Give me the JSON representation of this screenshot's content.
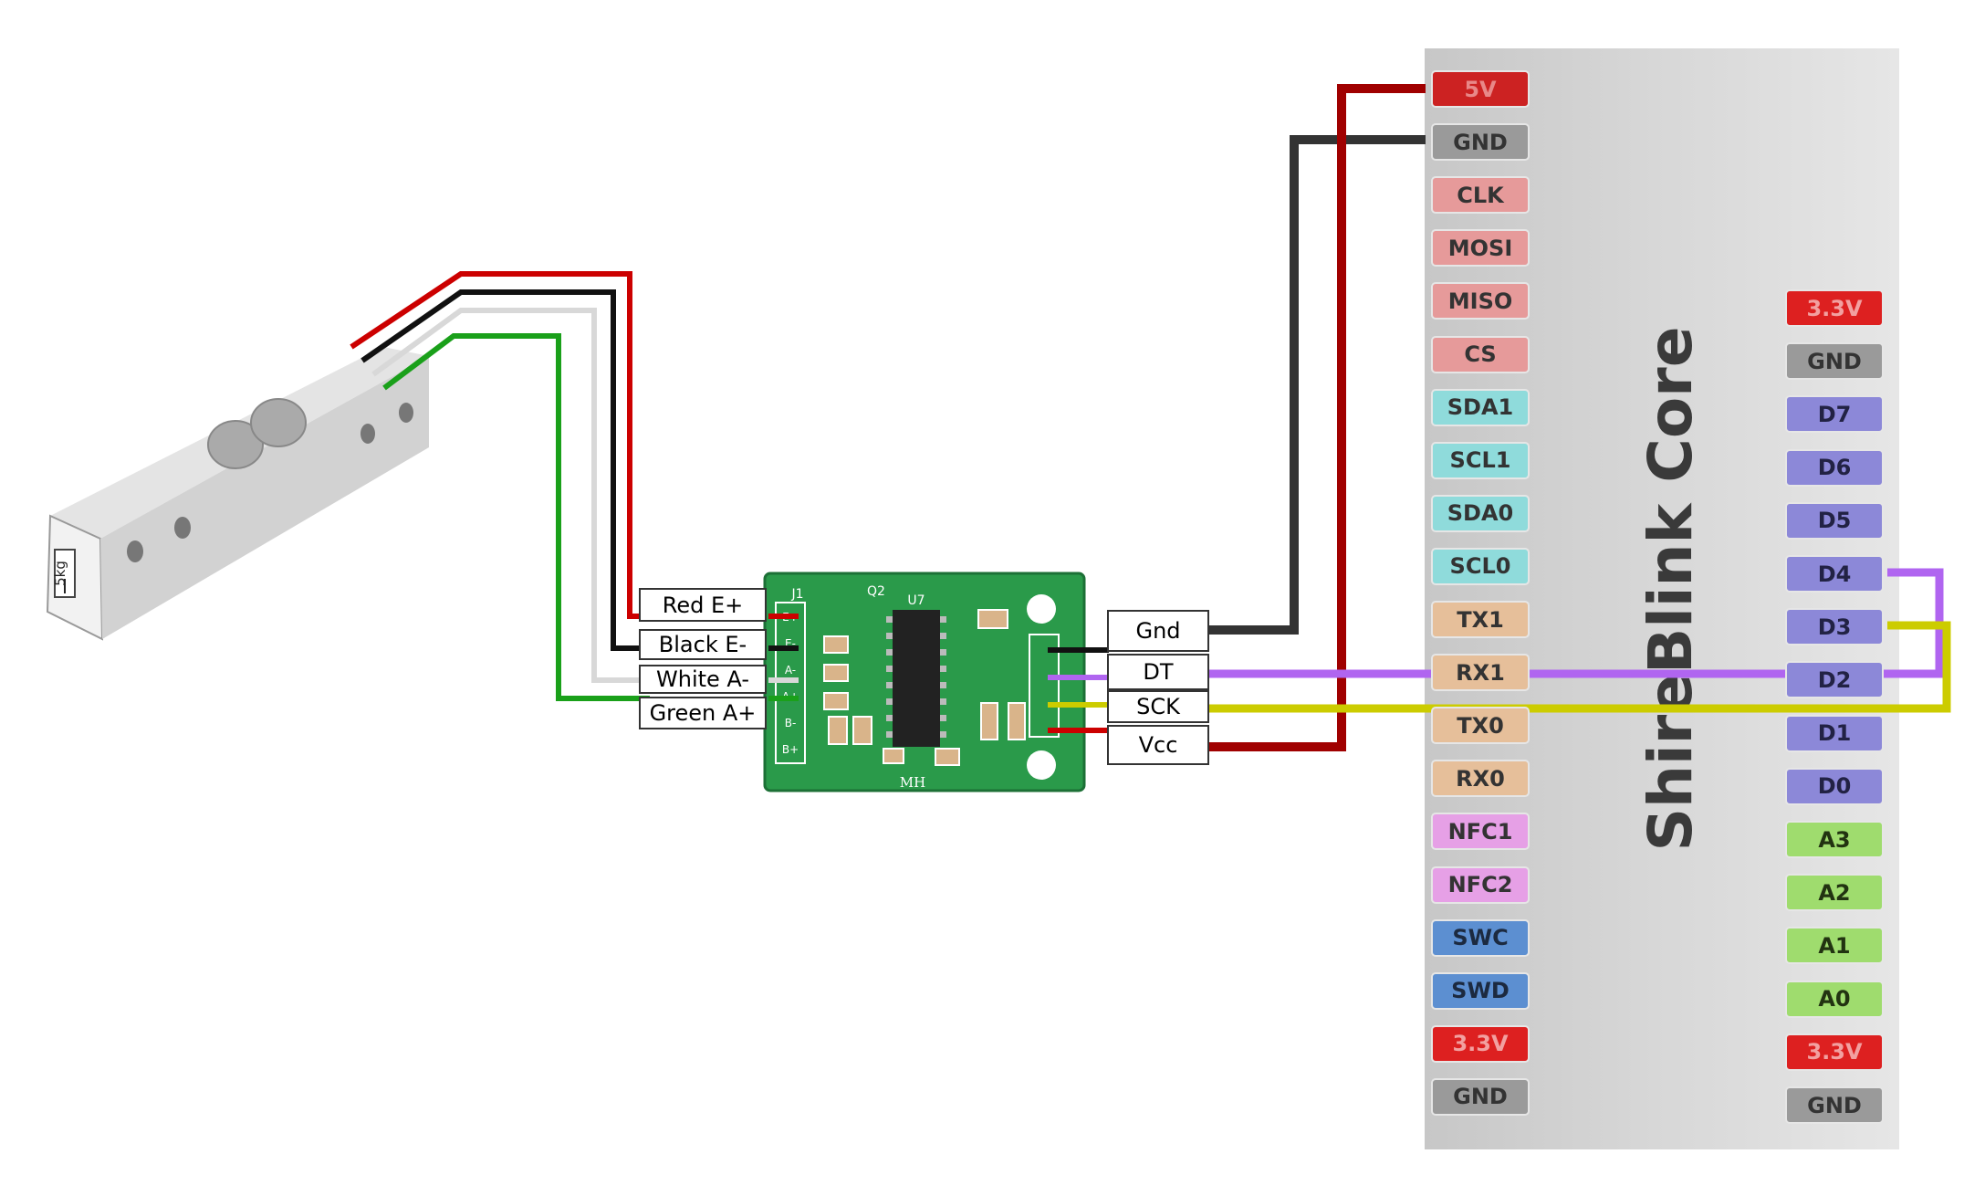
{
  "board": {
    "title": "ShireBlink Core",
    "left_pins": [
      {
        "label": "5V",
        "bg": "#cc2222",
        "fg": "#e88888"
      },
      {
        "label": "GND",
        "bg": "#9a9a9a",
        "fg": "#333333"
      },
      {
        "label": "CLK",
        "bg": "#e69a9a",
        "fg": "#333333"
      },
      {
        "label": "MOSI",
        "bg": "#e69a9a",
        "fg": "#333333"
      },
      {
        "label": "MISO",
        "bg": "#e69a9a",
        "fg": "#333333"
      },
      {
        "label": "CS",
        "bg": "#e69a9a",
        "fg": "#333333"
      },
      {
        "label": "SDA1",
        "bg": "#8fdbdb",
        "fg": "#333333"
      },
      {
        "label": "SCL1",
        "bg": "#8fdbdb",
        "fg": "#333333"
      },
      {
        "label": "SDA0",
        "bg": "#8fdbdb",
        "fg": "#333333"
      },
      {
        "label": "SCL0",
        "bg": "#8fdbdb",
        "fg": "#333333"
      },
      {
        "label": "TX1",
        "bg": "#e6bf9a",
        "fg": "#333333"
      },
      {
        "label": "RX1",
        "bg": "#e6bf9a",
        "fg": "#333333"
      },
      {
        "label": "TX0",
        "bg": "#e6bf9a",
        "fg": "#333333"
      },
      {
        "label": "RX0",
        "bg": "#e6bf9a",
        "fg": "#333333"
      },
      {
        "label": "NFC1",
        "bg": "#e6a0e6",
        "fg": "#333333"
      },
      {
        "label": "NFC2",
        "bg": "#e6a0e6",
        "fg": "#333333"
      },
      {
        "label": "SWC",
        "bg": "#5c8fd1",
        "fg": "#1c2a40"
      },
      {
        "label": "SWD",
        "bg": "#5c8fd1",
        "fg": "#1c2a40"
      },
      {
        "label": "3.3V",
        "bg": "#dd2020",
        "fg": "#f2a0a0"
      },
      {
        "label": "GND",
        "bg": "#9a9a9a",
        "fg": "#333333"
      }
    ],
    "right_pins": [
      {
        "label": "3.3V",
        "bg": "#dd2020",
        "fg": "#f2a0a0"
      },
      {
        "label": "GND",
        "bg": "#9a9a9a",
        "fg": "#333333"
      },
      {
        "label": "D7",
        "bg": "#8c88d8",
        "fg": "#222244"
      },
      {
        "label": "D6",
        "bg": "#8c88d8",
        "fg": "#222244"
      },
      {
        "label": "D5",
        "bg": "#8c88d8",
        "fg": "#222244"
      },
      {
        "label": "D4",
        "bg": "#8c88d8",
        "fg": "#222244"
      },
      {
        "label": "D3",
        "bg": "#8c88d8",
        "fg": "#222244"
      },
      {
        "label": "D2",
        "bg": "#8c88d8",
        "fg": "#222244"
      },
      {
        "label": "D1",
        "bg": "#8c88d8",
        "fg": "#222244"
      },
      {
        "label": "D0",
        "bg": "#8c88d8",
        "fg": "#222244"
      },
      {
        "label": "A3",
        "bg": "#9fdc6e",
        "fg": "#223311"
      },
      {
        "label": "A2",
        "bg": "#9fdc6e",
        "fg": "#223311"
      },
      {
        "label": "A1",
        "bg": "#9fdc6e",
        "fg": "#223311"
      },
      {
        "label": "A0",
        "bg": "#9fdc6e",
        "fg": "#223311"
      },
      {
        "label": "3.3V",
        "bg": "#dd2020",
        "fg": "#f2a0a0"
      },
      {
        "label": "GND",
        "bg": "#9a9a9a",
        "fg": "#333333"
      }
    ]
  },
  "load_cell": {
    "wires": [
      "Red E+",
      "Black E-",
      "White A-",
      "Green A+"
    ],
    "marking": "5kg"
  },
  "hx711": {
    "outputs": [
      "Gnd",
      "DT",
      "SCK",
      "Vcc"
    ],
    "silkscreen": {
      "header_in": "J1",
      "chip": "U7",
      "transistor": "Q2",
      "maker": "MH",
      "pins_in": [
        "E+",
        "E-",
        "A-",
        "A+",
        "B-",
        "B+"
      ]
    }
  },
  "colors": {
    "red": "#cc0000",
    "dark_red": "#a00000",
    "black": "#333333",
    "white": "#dddddd",
    "green": "#1aa01a",
    "purple": "#b065f0",
    "yellow": "#cccc00",
    "pcb": "#2a9a4a"
  }
}
